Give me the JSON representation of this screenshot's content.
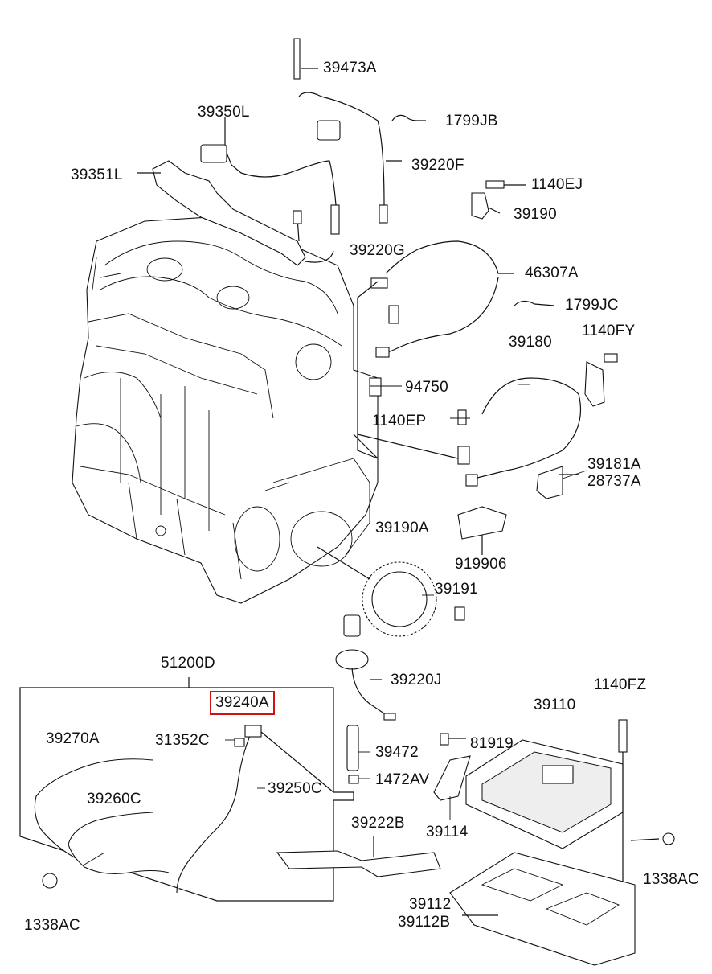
{
  "labels": {
    "p39473A": "39473A",
    "p39350L": "39350L",
    "p1799JB": "1799JB",
    "p39351L": "39351L",
    "p39220F": "39220F",
    "p1140EJ": "1140EJ",
    "p39190": "39190",
    "p39220G": "39220G",
    "p46307A": "46307A",
    "p1799JC": "1799JC",
    "p1140FY": "1140FY",
    "p39180": "39180",
    "p94750": "94750",
    "p1140EP": "1140EP",
    "p39181A": "39181A",
    "p28737A": "28737A",
    "p39190A": "39190A",
    "p919906": "919906",
    "p39191": "39191",
    "p51200D": "51200D",
    "p39220J": "39220J",
    "p1140FZ": "1140FZ",
    "p39240A": "39240A",
    "p39110": "39110",
    "p39270A": "39270A",
    "p31352C": "31352C",
    "p39472": "39472",
    "p81919": "81919",
    "p1472AV": "1472AV",
    "p39250C": "39250C",
    "p39260C": "39260C",
    "p39222B": "39222B",
    "p39114": "39114",
    "p1338AC_right": "1338AC",
    "p39112": "39112",
    "p39112B": "39112B",
    "p1338AC_left": "1338AC"
  },
  "highlight_color": "#d11111"
}
